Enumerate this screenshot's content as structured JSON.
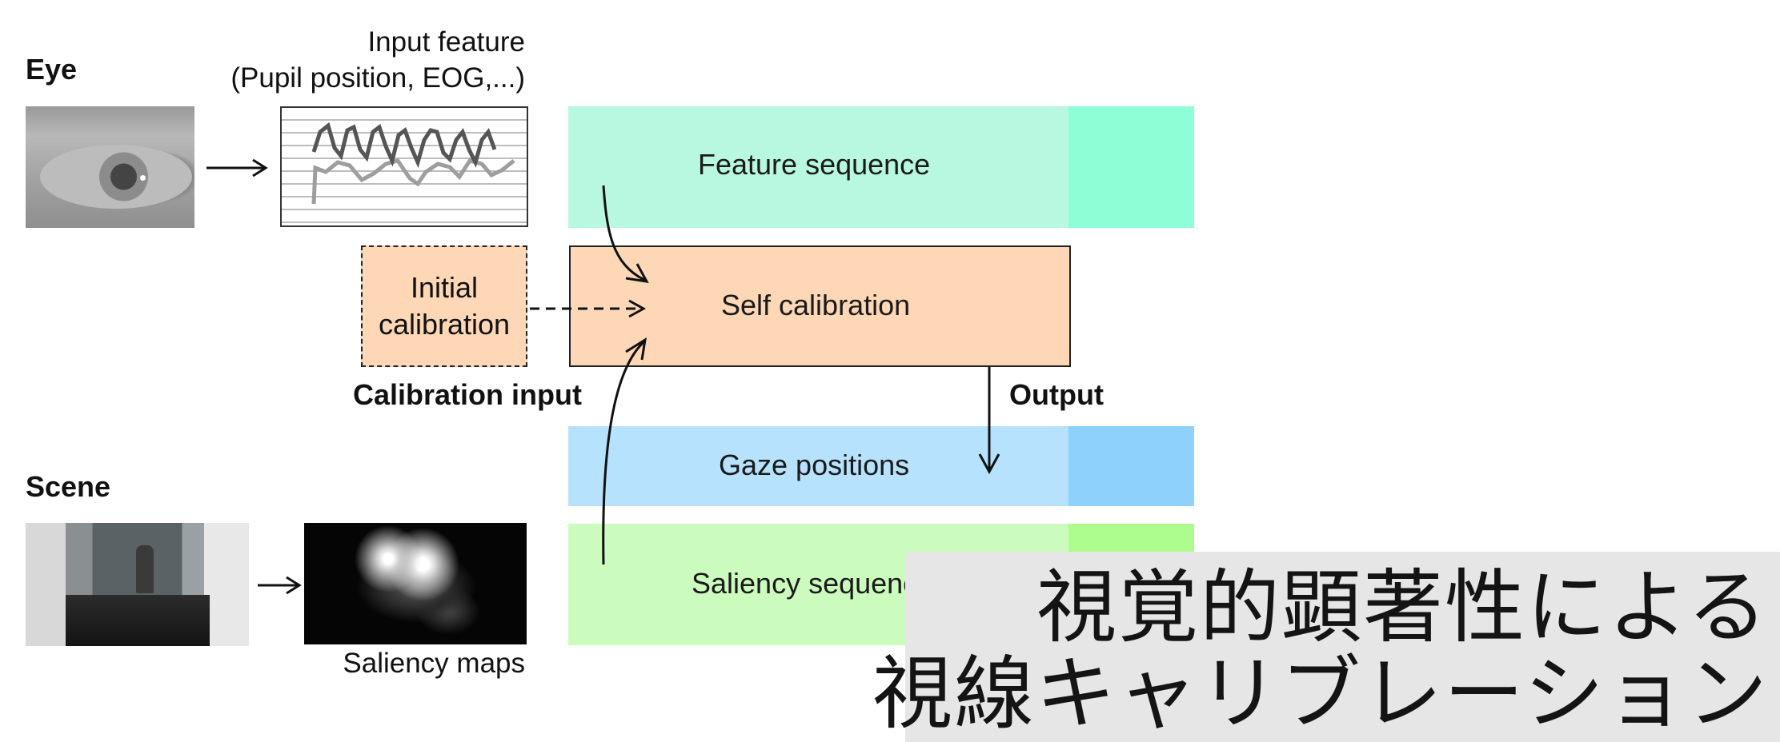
{
  "eye": {
    "title": "Eye"
  },
  "input_feature": {
    "line1": "Input feature",
    "line2": "(Pupil position, EOG,...)"
  },
  "initial_calibration": {
    "line1": "Initial",
    "line2": "calibration"
  },
  "calibration_input": "Calibration input",
  "output": "Output",
  "scene": {
    "title": "Scene"
  },
  "saliency_maps": "Saliency maps",
  "bands": {
    "feature": {
      "label": "Feature sequence",
      "color": "#b8f8e0",
      "accent": "#8efed6"
    },
    "self_calibration": {
      "label": "Self calibration",
      "color": "#fdd7b6"
    },
    "gaze": {
      "label": "Gaze positions",
      "color": "#b7e2fd",
      "accent": "#8ed1fc"
    },
    "saliency": {
      "label": "Saliency sequence",
      "color": "#cbfbbd",
      "accent": "#adfc8e"
    }
  },
  "overlay": {
    "line1": "視覚的顕著性による",
    "line2": "視線キャリブレーション",
    "background": "#e6e6e6"
  }
}
